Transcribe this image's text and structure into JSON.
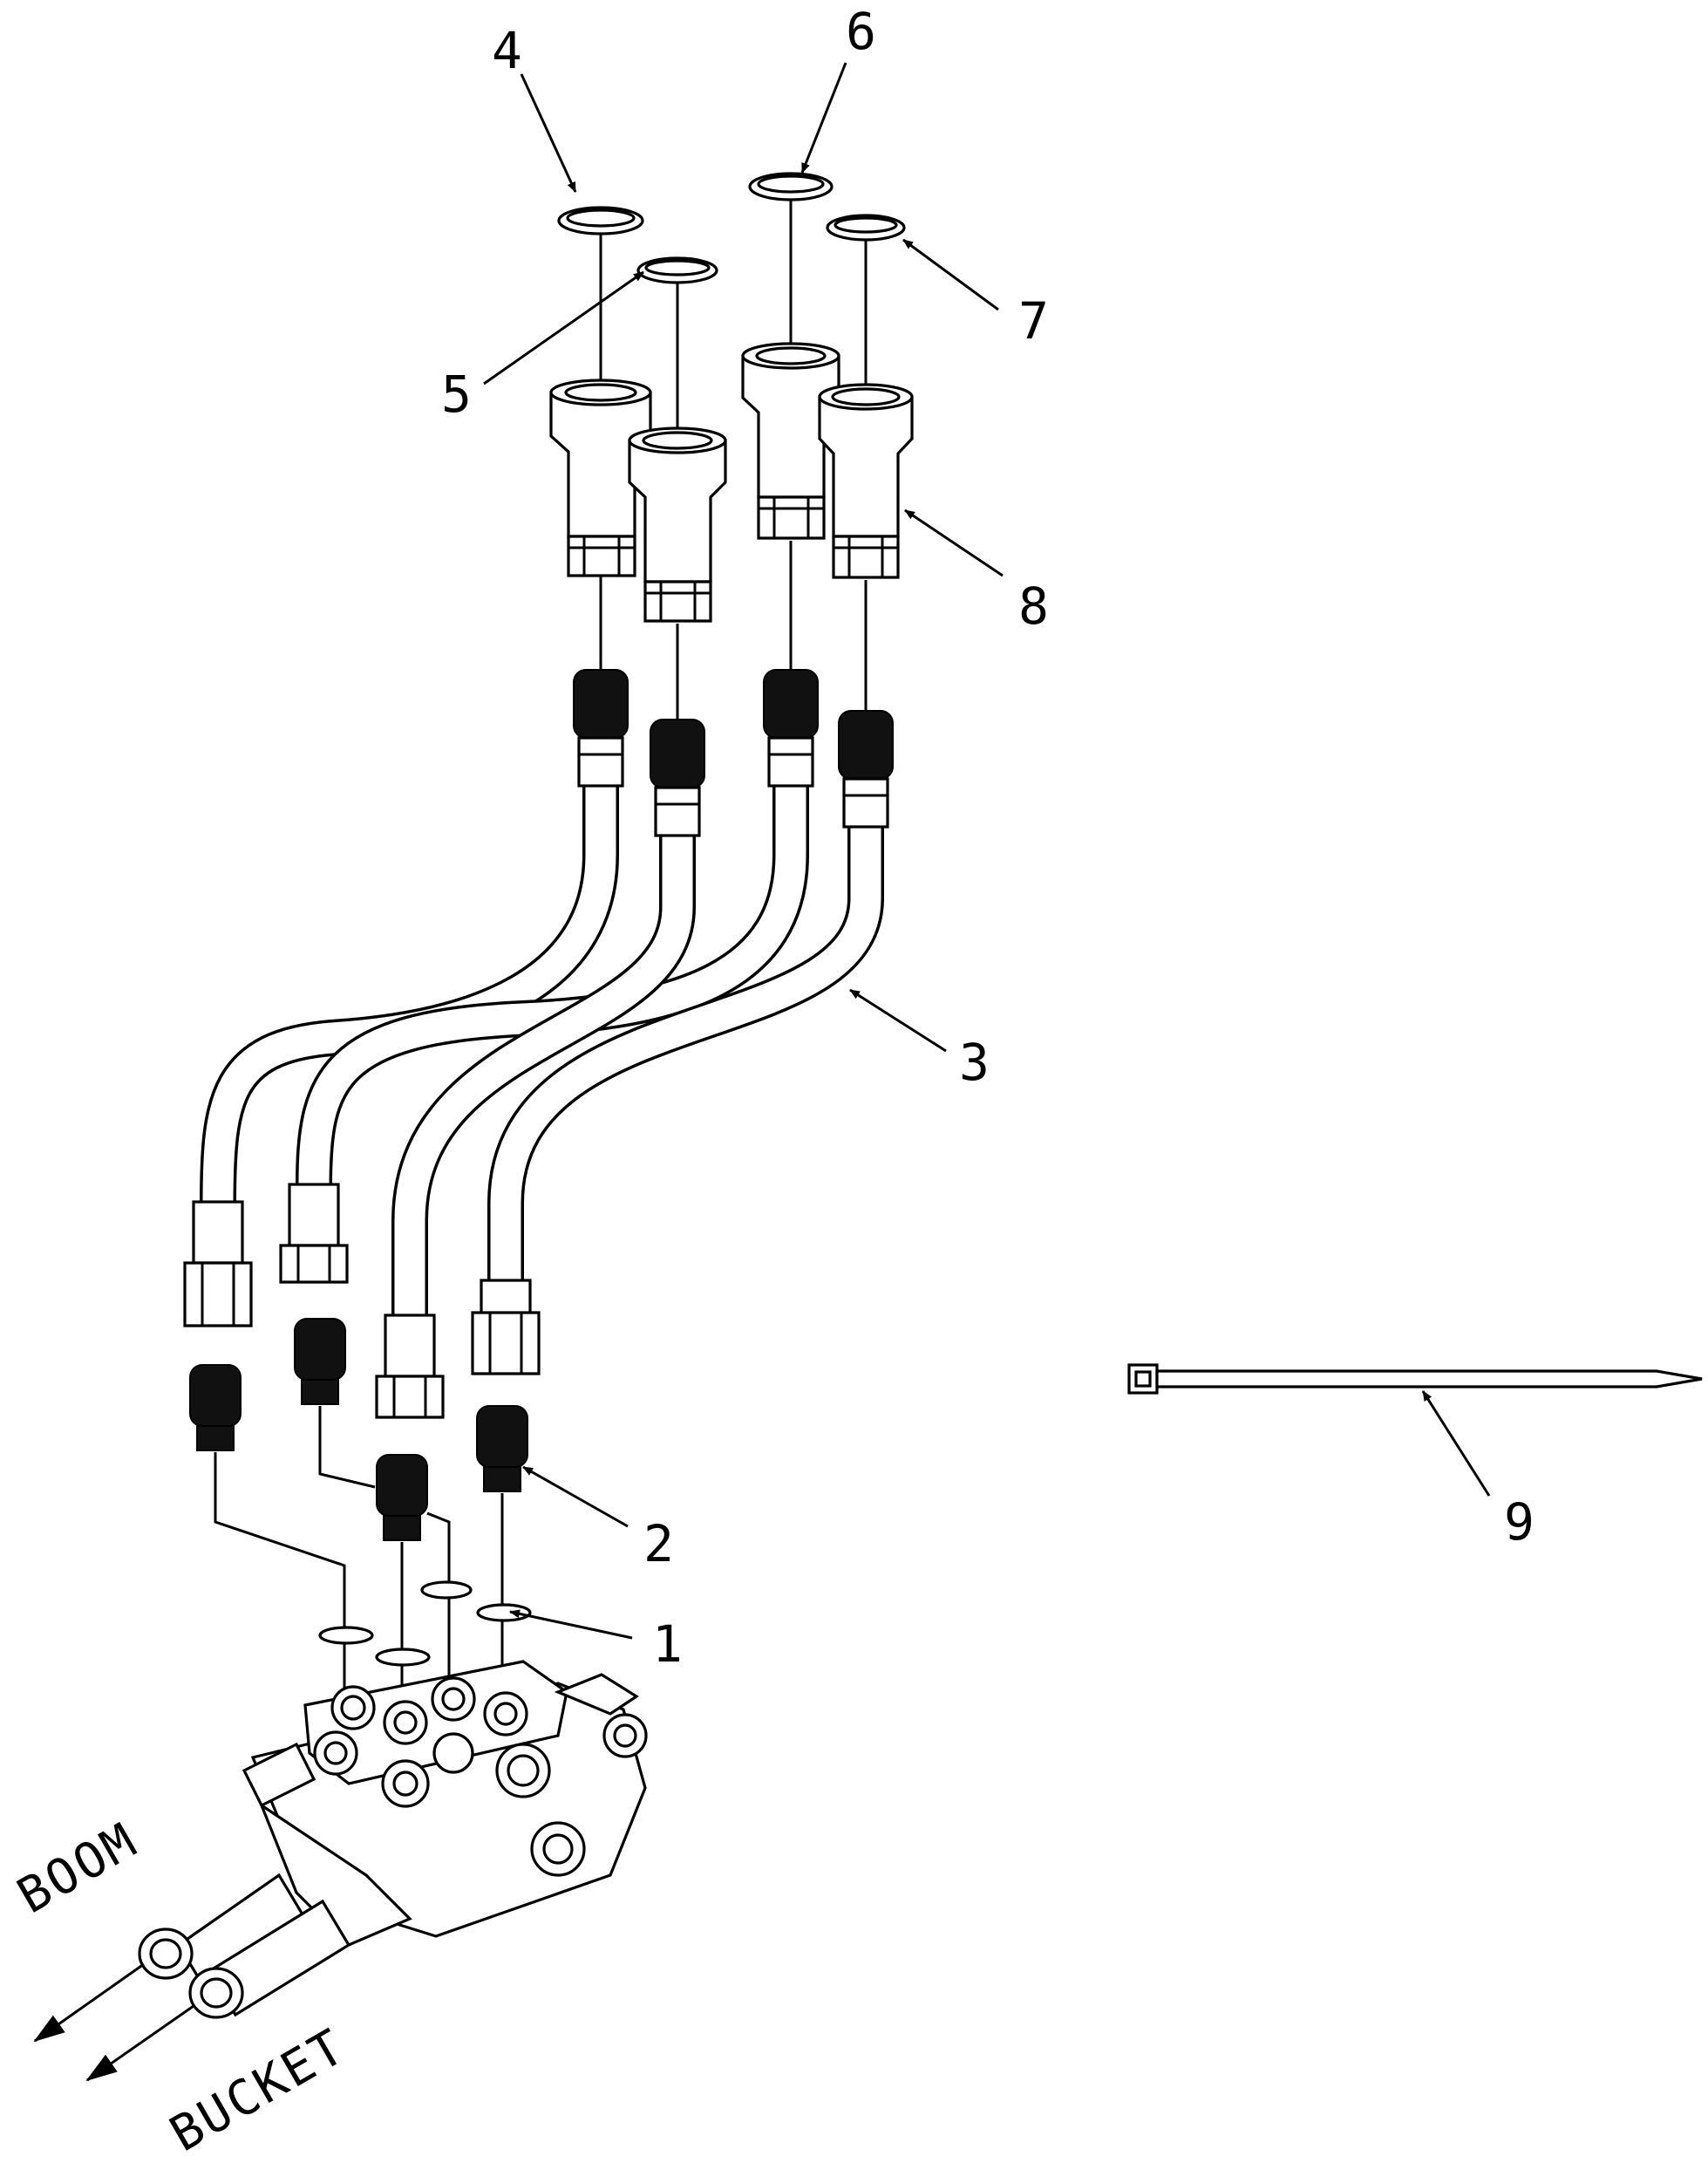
{
  "callouts": {
    "c1": "1",
    "c2": "2",
    "c3": "3",
    "c4": "4",
    "c5": "5",
    "c6": "6",
    "c7": "7",
    "c8": "8",
    "c9": "9"
  },
  "directions": {
    "boom": "BOOM",
    "bucket": "BUCKET"
  }
}
